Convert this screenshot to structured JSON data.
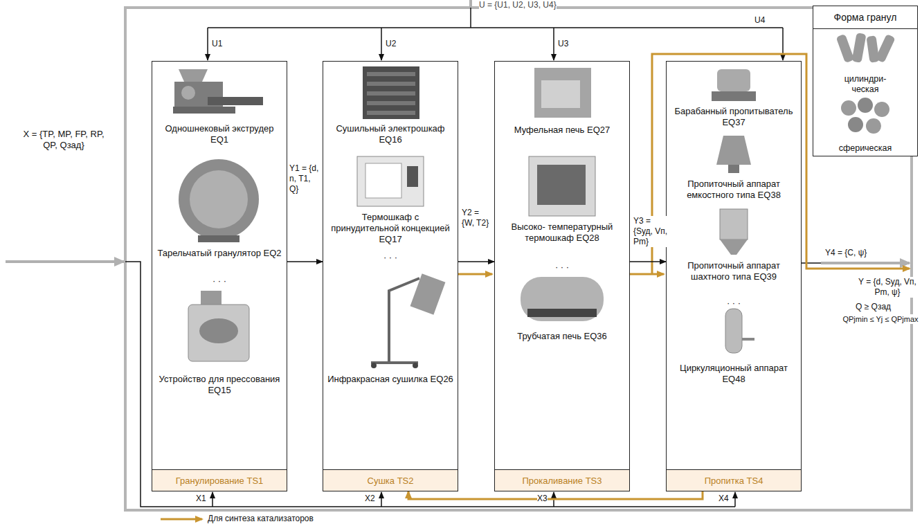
{
  "diagram": {
    "nodes": [
      {
        "text": [
          "Одношнековый экструдер EQ1",
          "Тарельчатый гранулятор EQ2",
          "· · ·",
          "Устройство для прессования EQ15"
        ]
      },
      {
        "text": [
          "Гранулирование TS1"
        ],
        "in": 0
      },
      {
        "text": [
          "Сушильный электрошкаф EQ16",
          "Термошкаф с принудительной концекцией EQ17",
          "· · ·",
          "Инфракрасная сушилка EQ26"
        ]
      },
      {
        "text": [
          "Сушка TS2"
        ],
        "in": 2
      },
      {
        "text": [
          "Муфельная печь EQ27",
          "Высоко- температурный термошкаф EQ28",
          "· · ·",
          "Трубчатая печь EQ36"
        ]
      },
      {
        "text": [
          "Прокаливание TS3"
        ],
        "in": 4
      },
      {
        "text": [
          "Барабанный пропитыватель EQ37",
          "Пропиточный аппарат емкостного типа EQ38",
          "Пропиточный аппарат шахтного типа EQ39",
          "· · ·",
          "Циркуляционный аппарат EQ48"
        ]
      },
      {
        "text": [
          "Пропитка TS4"
        ],
        "in": 6
      },
      {
        "text": [
          "Форма гранул",
          "цилиндри- ческая",
          "сферическая"
        ]
      }
    ],
    "edges": [
      {
        "from": 0,
        "to": 2,
        "arrow": "to",
        "label": "Y1 = {d, n, T1, Q}"
      },
      {
        "from": 2,
        "to": 4,
        "arrow": "to",
        "label": "Y2 = {W, T2}"
      },
      {
        "from": 4,
        "to": 6,
        "arrow": "to",
        "label": "Y3 = {Sуд, Vп, Pm}"
      },
      {
        "from": 6,
        "to": 2,
        "arrow": "to"
      }
    ],
    "labels": [
      "U = {U1, U2, U3, U4}",
      "U1",
      "U2",
      "U3",
      "U4",
      "X = {TP, MP, FP, RP, QP, Qзад}",
      "X1",
      "X2",
      "X3",
      "X4",
      "Y4 = {C, ψ}",
      "Y = {d, Sуд, Vп, Pm, ψ}",
      "Q ≥ Qзад",
      "QPjmin ≤ Yj ≤ QPjmax"
    ],
    "legend": [
      {
        "text": "Для синтеза катализаторов"
      }
    ]
  }
}
